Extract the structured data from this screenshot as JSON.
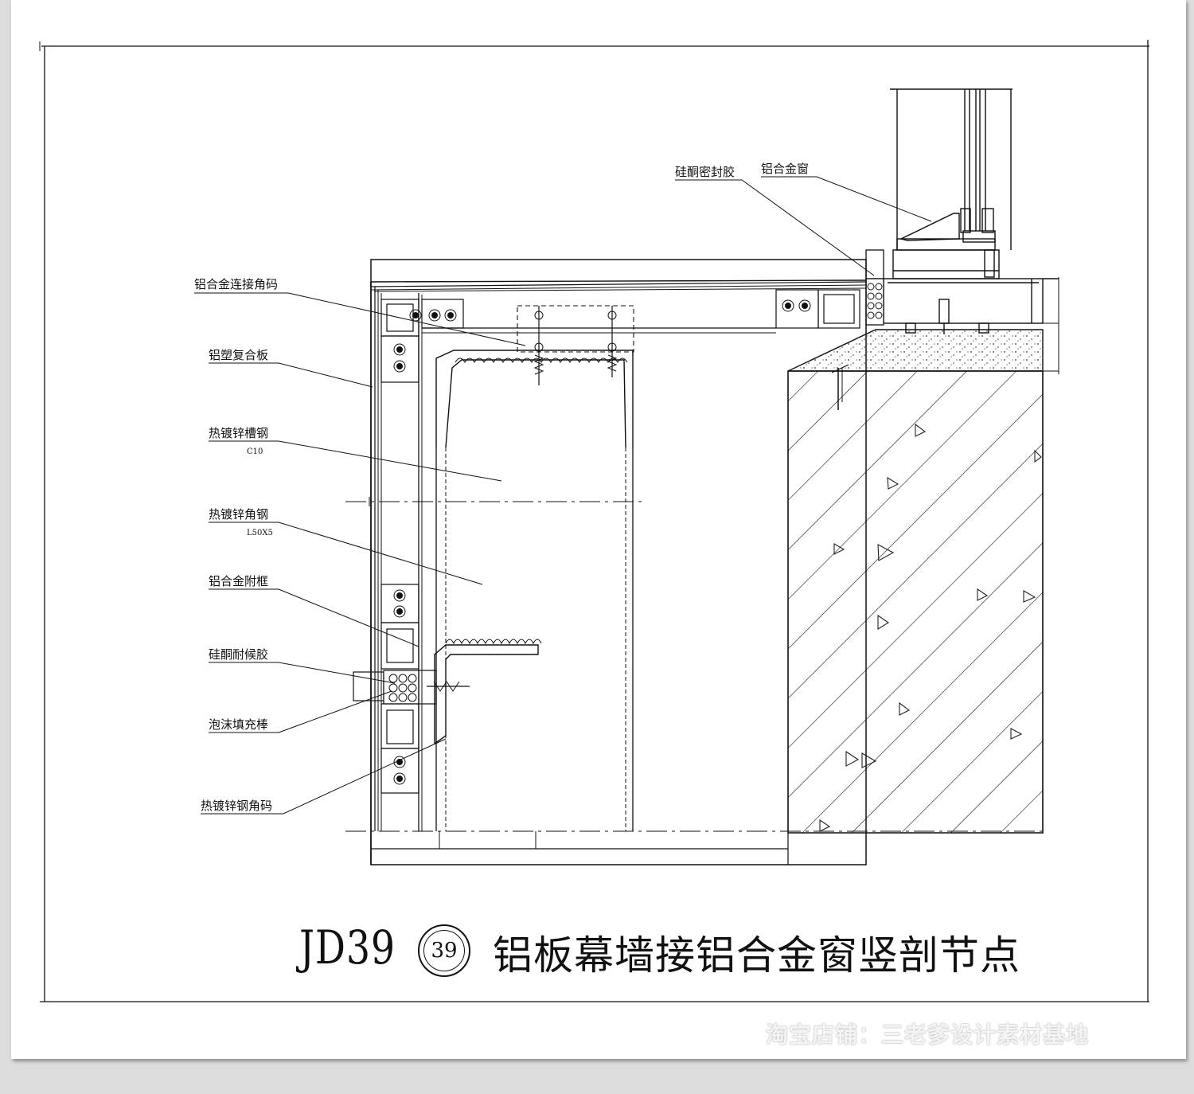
{
  "drawing": {
    "title_code": "JD39",
    "detail_number": "39",
    "title_text": "铝板幕墙接铝合金窗竖剖节点",
    "labels": {
      "al_corner_connector": "铝合金连接角码",
      "acp_panel": "铝塑复合板",
      "channel_steel": "热镀锌槽钢",
      "channel_steel_spec": "C10",
      "angle_steel": "热镀锌角钢",
      "angle_steel_spec": "L50X5",
      "al_sub_frame": "铝合金附框",
      "weather_sealant": "硅酮耐候胶",
      "foam_rod": "泡沫填充棒",
      "steel_corner_connector": "热镀锌钢角码",
      "silicone_sealant": "硅酮密封胶",
      "al_window": "铝合金窗"
    }
  },
  "watermark": "淘宝店铺：三老爹设计素材基地"
}
